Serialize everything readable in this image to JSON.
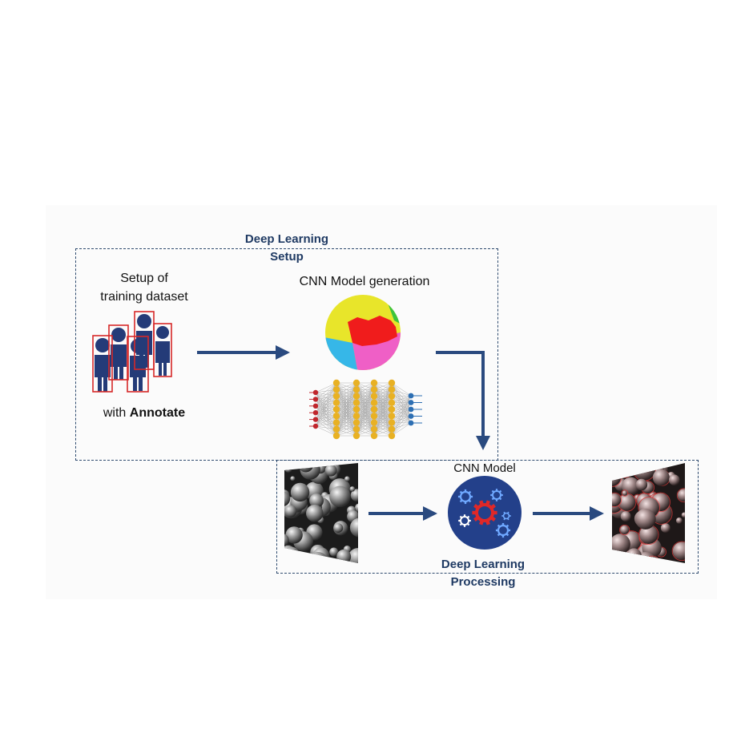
{
  "setup_box": {
    "title_line1": "Deep Learning",
    "title_line2": "Setup"
  },
  "dataset": {
    "line1": "Setup of",
    "line2": "training dataset",
    "annotate_prefix": "with ",
    "annotate_bold": "Annotate"
  },
  "cnn_generation": {
    "label": "CNN Model generation"
  },
  "processing_box": {
    "model_label": "CNN Model",
    "title_line1": "Deep Learning",
    "title_line2": "Processing"
  },
  "colors": {
    "arrow": "#2a4a7f",
    "frame": "#2d4a6e",
    "title": "#1f3a63",
    "person": "#243b78",
    "annotation_box": "#d62828",
    "gear_circle": "#23408a"
  }
}
